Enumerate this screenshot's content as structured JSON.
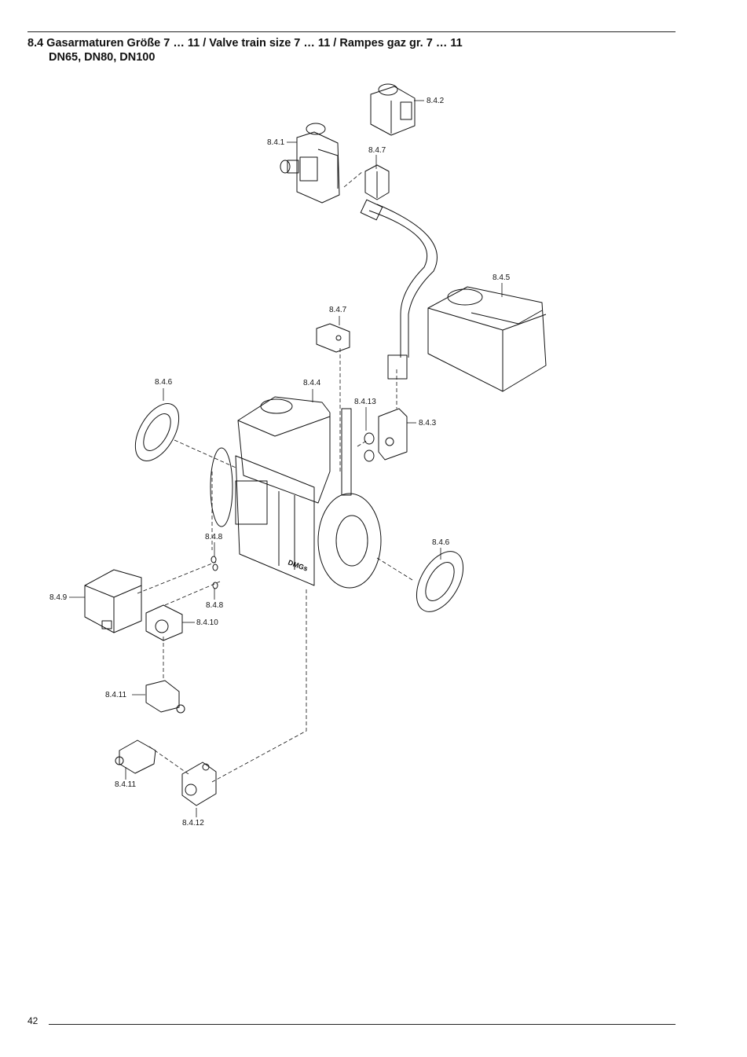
{
  "header": {
    "title_line1": "8.4 Gasarmaturen Größe 7 … 11 / Valve train size 7 … 11 / Rampes gaz gr. 7 … 11",
    "title_line2": "DN65, DN80, DN100"
  },
  "labels": {
    "p841": "8.4.1",
    "p842": "8.4.2",
    "p843": "8.4.3",
    "p844": "8.4.4",
    "p845": "8.4.5",
    "p846a": "8.4.6",
    "p846b": "8.4.6",
    "p847a": "8.4.7",
    "p847b": "8.4.7",
    "p848a": "8.4.8",
    "p848b": "8.4.8",
    "p849": "8.4.9",
    "p8410": "8.4.10",
    "p8411a": "8.4.11",
    "p8411b": "8.4.11",
    "p8412": "8.4.12",
    "p8413": "8.4.13"
  },
  "valve_brand": "DMGs",
  "footer": {
    "page_number": "42"
  }
}
